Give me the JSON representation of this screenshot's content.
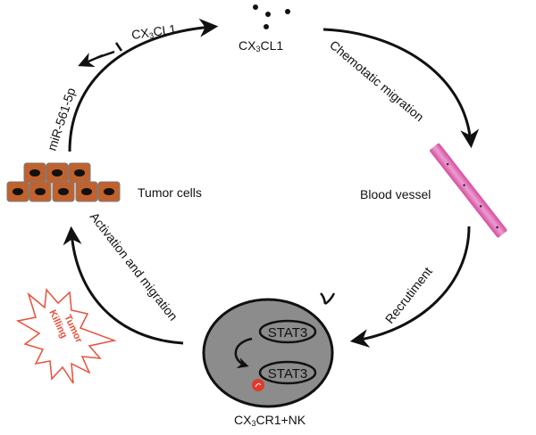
{
  "diagram": {
    "labels": {
      "mirna": "miR-561-5p",
      "cx3cl1_arrow": "CX",
      "cx3cl1_arrow_sub": "3",
      "cx3cl1_arrow_tail": "CL1",
      "cx3cl1_ligand": "CX",
      "cx3cl1_ligand_sub": "3",
      "cx3cl1_ligand_tail": "CL1",
      "chemotactic": "Chemotatic migration",
      "blood_vessel": "Blood vessel",
      "recruitment": "Recrutiment",
      "tumor_cells": "Tumor cells",
      "activation": "Activation and migration",
      "tumor_killing_line1": "Tumor",
      "tumor_killing_line2": "Killing",
      "stat3_top": "STAT3",
      "stat3_bottom": "STAT3",
      "nk_cell": "CX",
      "nk_cell_sub": "3",
      "nk_cell_tail": "CR1+NK"
    },
    "colors": {
      "tumor_cell": "#c0622e",
      "vessel": "#e070b8",
      "nk_cell": "#8c8c8c",
      "killing": "#e8503a",
      "phospho": "#e23a2a"
    }
  }
}
